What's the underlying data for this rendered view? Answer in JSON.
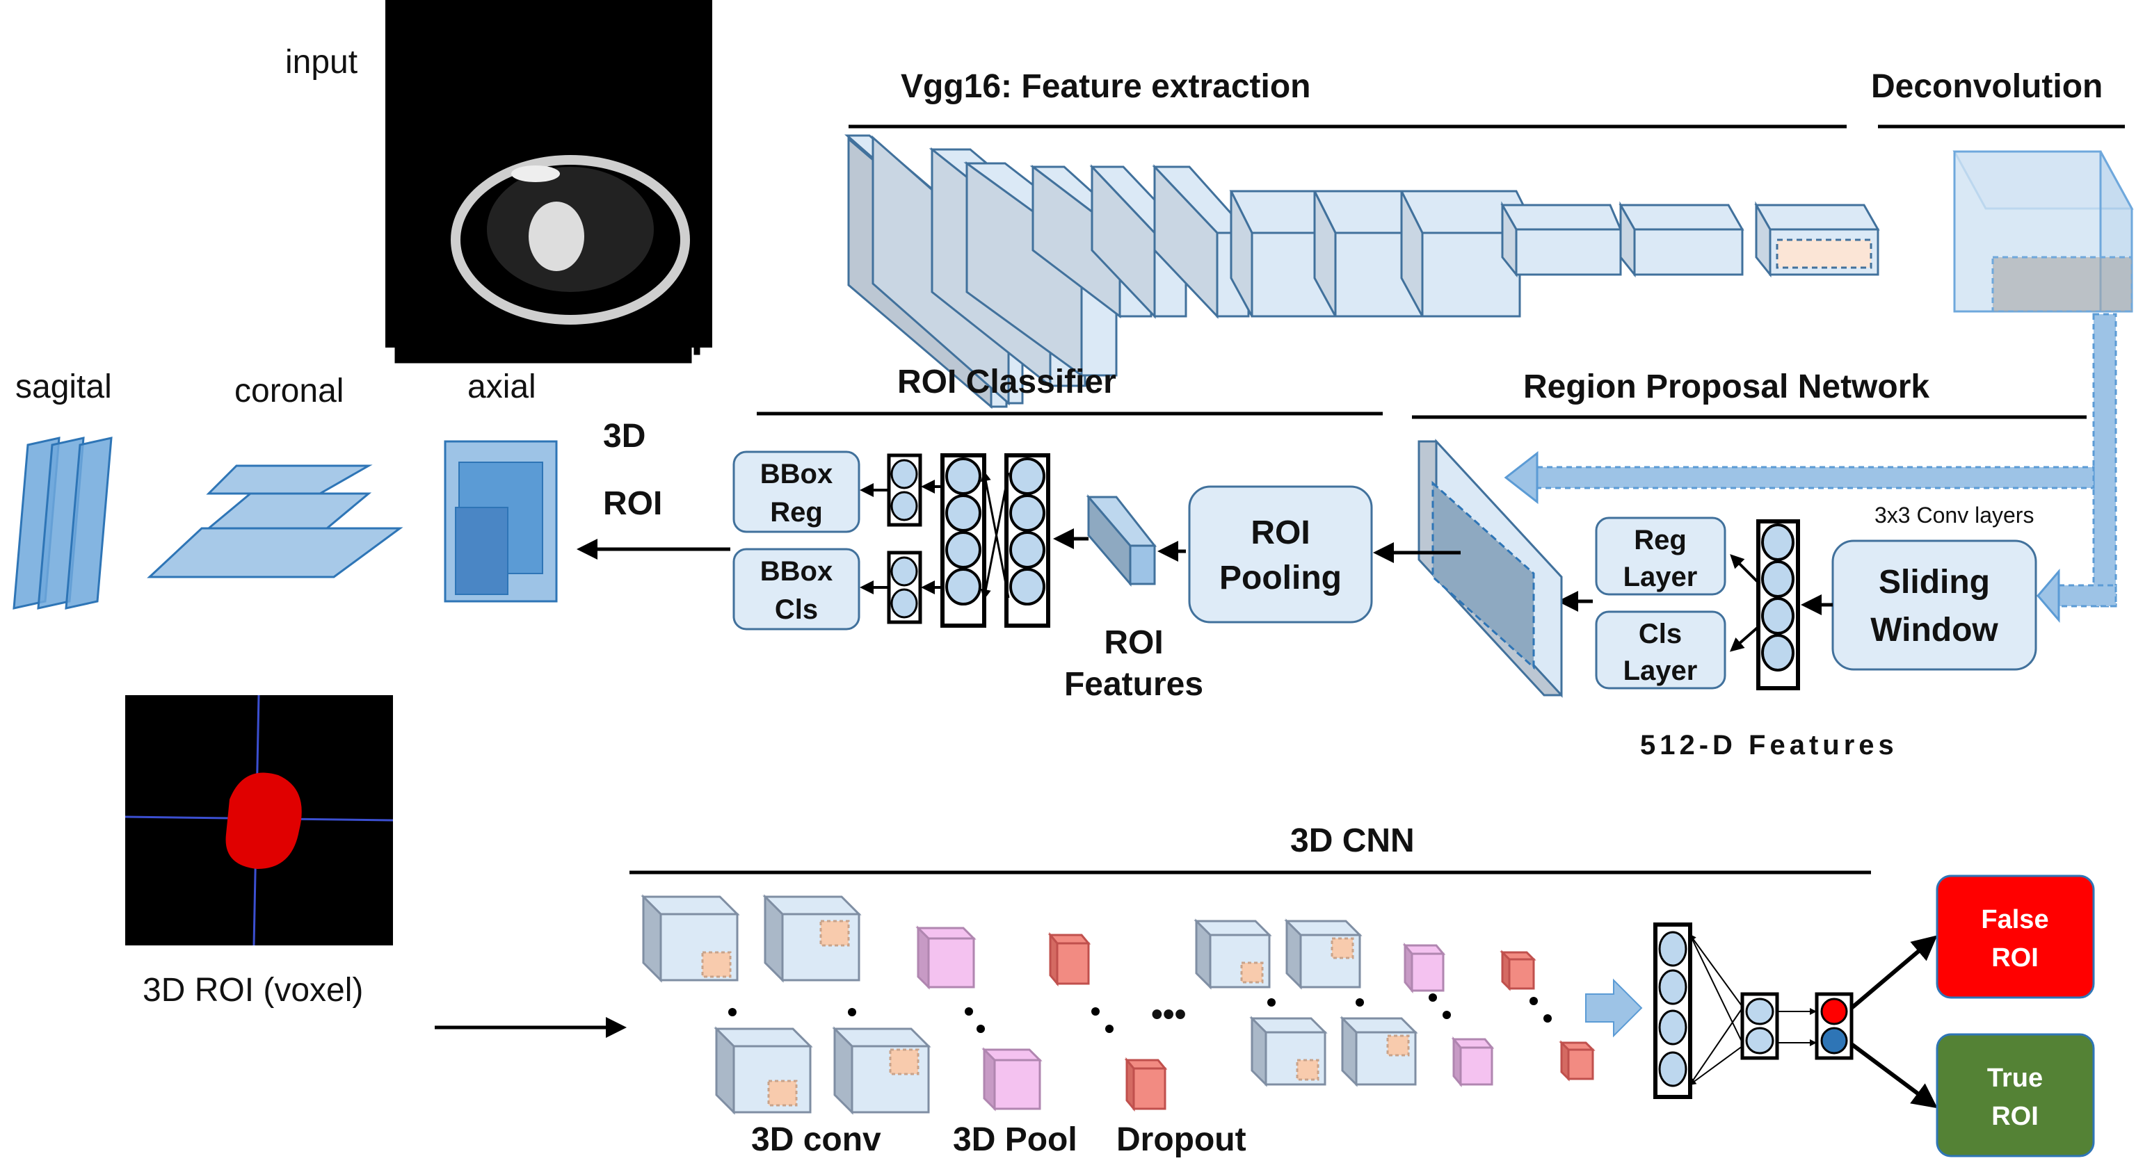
{
  "labels": {
    "input": "input",
    "sagital": "sagital",
    "coronal": "coronal",
    "axial": "axial",
    "roi3d_line1": "3D",
    "roi3d_line2": "ROI",
    "voxel": "3D ROI (voxel)"
  },
  "headers": {
    "vgg": "Vgg16: Feature extraction",
    "deconv": "Deconvolution",
    "roi_classifier": "ROI  Classifier",
    "rpn": "Region Proposal Network",
    "cnn3d": "3D CNN"
  },
  "boxes": {
    "bbox_reg": [
      "BBox",
      "Reg"
    ],
    "bbox_cls": [
      "BBox",
      "Cls"
    ],
    "roi_pooling": [
      "ROI",
      "Pooling"
    ],
    "reg_layer": [
      "Reg",
      "Layer"
    ],
    "cls_layer": [
      "Cls",
      "Layer"
    ],
    "sliding_window": [
      "Sliding",
      "Window"
    ],
    "false_roi": [
      "False",
      "ROI"
    ],
    "true_roi": [
      "True",
      "ROI"
    ]
  },
  "notes": {
    "roi_features": [
      "ROI",
      "Features"
    ],
    "conv_layers": "3x3 Conv layers",
    "features_512": "512-D Features",
    "ellipsis": "•••"
  },
  "cnn_labels": {
    "conv": "3D conv",
    "pool": "3D Pool",
    "dropout": "Dropout"
  },
  "colors": {
    "block_fill": "#dbe9f6",
    "block_stroke": "#41719c",
    "box_fill": "#deebf7",
    "plane_fill": "#6fa8dc",
    "pool_fill": "#f4c2f0",
    "dropout_fill": "#f28b82",
    "false_fill": "#ff0000",
    "true_fill": "#548235",
    "arrow": "#000000",
    "dashed_arrow": "#9dc3e6"
  }
}
